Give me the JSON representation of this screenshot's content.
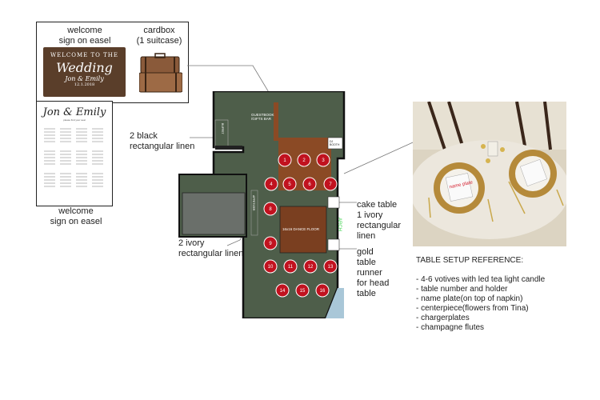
{
  "top_box": {
    "welcome_label": "welcome\nsign on easel",
    "cardbox_label": "cardbox\n(1 suitcase)",
    "sign_text": {
      "line1": "WELCOME TO THE",
      "line2": "Wedding",
      "line3": "Jon & Emily",
      "line4": "12.1.2018"
    }
  },
  "seating_card": {
    "title": "Jon & Emily",
    "subtitle": "please find your seat",
    "label": "welcome\nsign on easel"
  },
  "floor_plan": {
    "guestbook_label": "GUESTBOOK\n/GIFTS BAR",
    "dj_label": "DJ\nBOOTH",
    "dance_floor_label": "16x16 DANCE FLOOR",
    "buffet_label": "BUFFET",
    "appetizer_label": "APPETIZER",
    "arch_label": "ARCH",
    "tables": [
      "1",
      "2",
      "3",
      "4",
      "5",
      "6",
      "7",
      "8",
      "9",
      "10",
      "11",
      "12",
      "13",
      "14",
      "15",
      "16"
    ]
  },
  "annotations": {
    "black_linen": "2 black\nrectangular linen",
    "ivory_linen": "2 ivory\nrectangular linen",
    "cake_table": "cake table\n1 ivory\nrectangular\nlinen",
    "gold_runner": "gold\ntable\nrunner\nfor head\ntable"
  },
  "photo": {
    "name_plate_text": "name plate"
  },
  "table_setup": {
    "heading": "TABLE SETUP REFERENCE:",
    "items": [
      "- 4-6 votives with led tea light candle",
      "- table number and holder",
      "- name plate(on top of napkin)",
      "- centerpiece(flowers from Tina)",
      "- chargerplates",
      "- champagne flutes"
    ]
  },
  "colors": {
    "floor_green": "#4e5e4a",
    "wood": "#8b4a25",
    "table_red": "#c1121f",
    "arch_green": "#3bd14a",
    "gray_room": "#6a6f6a"
  }
}
